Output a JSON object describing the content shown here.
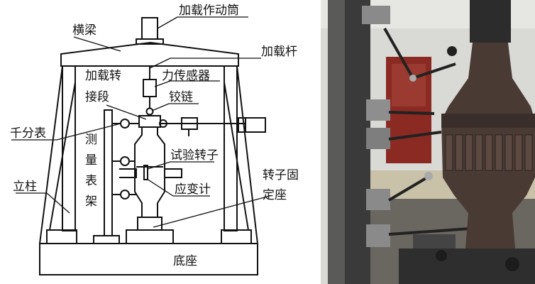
{
  "labels": {
    "actuator": "加载作动筒",
    "crossbeam": "横梁",
    "loading_rod": "加载杆",
    "adapter_line1": "加载转",
    "adapter_line2": "接段",
    "force_sensor": "力传感器",
    "hinge": "铰链",
    "dial_gauge": "千分表",
    "gauge_stand_1": "测",
    "gauge_stand_2": "量",
    "gauge_stand_3": "表",
    "gauge_stand_4": "架",
    "test_rotor": "试验转子",
    "column": "立柱",
    "strain_gauge": "应变计",
    "rotor_mount_line1": "转子固",
    "rotor_mount_line2": "定座",
    "base": "底座"
  },
  "colors": {
    "line": "#111111",
    "background": "#ffffff",
    "photo_wall": "#d9d9d6",
    "photo_frame": "#3a3a3a",
    "photo_rotor": "#4a3a34",
    "photo_door": "#8b2a22",
    "photo_floor": "#c9c1a8"
  }
}
